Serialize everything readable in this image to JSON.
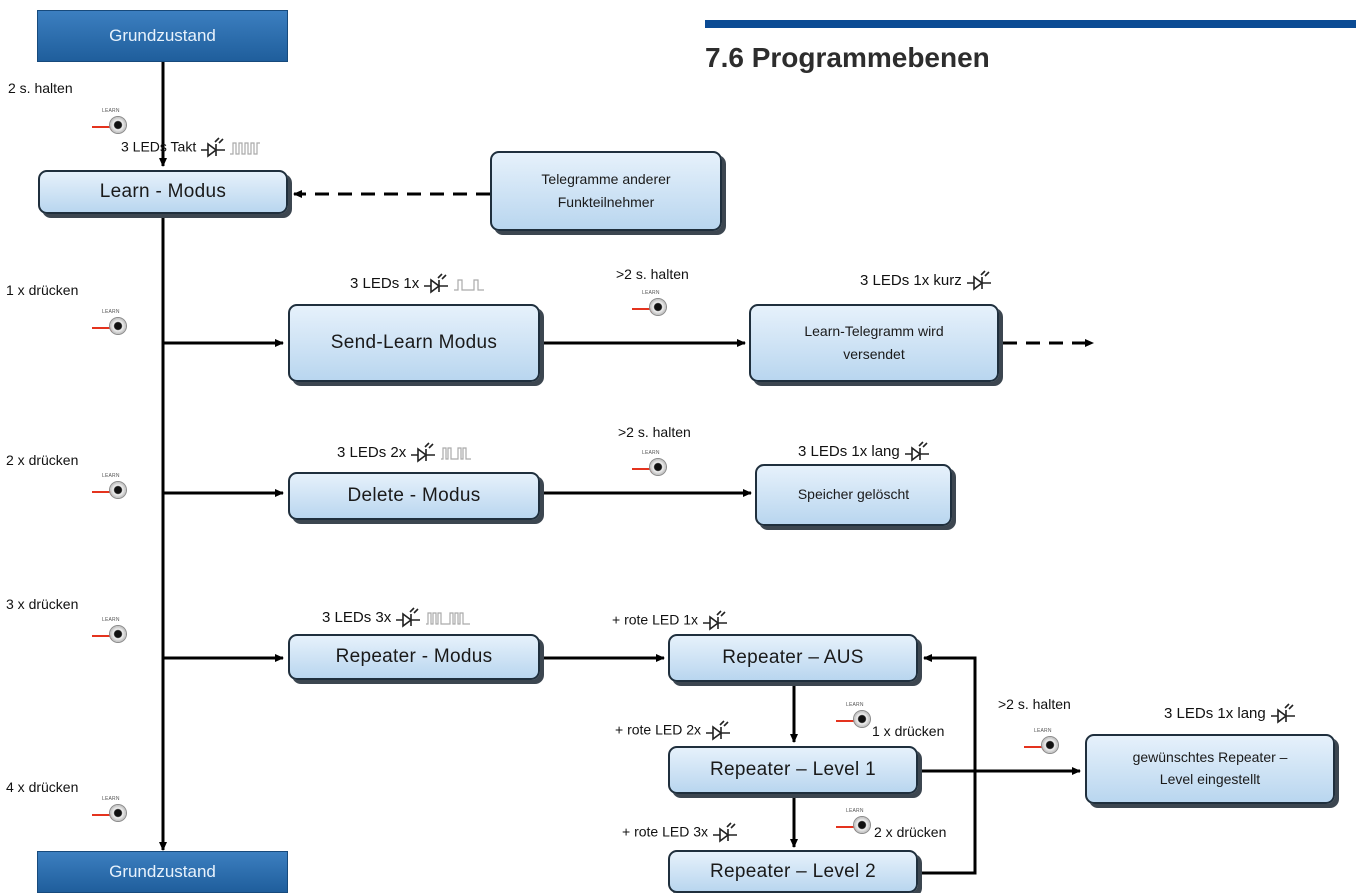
{
  "title": "7.6 Programmebenen",
  "state_top": "Grundzustand",
  "state_bottom": "Grundzustand",
  "learn_caption": "LEARN",
  "boxes": {
    "learn_mode": "Learn - Modus",
    "telegramme_line1": "Telegramme anderer",
    "telegramme_line2": "Funkteilnehmer",
    "send_learn": "Send-Learn Modus",
    "learn_telegram_line1": "Learn-Telegramm wird",
    "learn_telegram_line2": "versendet",
    "delete": "Delete - Modus",
    "speicher": "Speicher gelöscht",
    "repeater": "Repeater - Modus",
    "rep_aus": "Repeater – AUS",
    "rep_l1": "Repeater – Level 1",
    "rep_l2": "Repeater – Level 2",
    "gewuenscht_line1": "gewünschtes Repeater –",
    "gewuenscht_line2": "Level eingestellt"
  },
  "labels": {
    "hold_2s": "2 s. halten",
    "leds_takt": "3 LEDs Takt",
    "press_1x": "1 x drücken",
    "press_2x": "2 x drücken",
    "press_3x": "3 x drücken",
    "press_4x": "4 x drücken",
    "leds_1x": "3 LEDs  1x",
    "hold_gt2s_a": ">2 s. halten",
    "leds_1x_kurz": "3 LEDs  1x kurz",
    "leds_2x": "3 LEDs  2x",
    "hold_gt2s_b": ">2 s. halten",
    "leds_1x_lang_a": "3 LEDs  1x lang",
    "leds_3x": "3 LEDs  3x",
    "rote_1x": "+ rote LED 1x",
    "rote_2x": "+ rote LED 2x",
    "rote_3x": "+ rote LED 3x",
    "rep_press_1x": "1 x drücken",
    "rep_press_2x": "2 x drücken",
    "hold_gt2s_c": ">2 s. halten",
    "leds_1x_lang_b": "3 LEDs  1x lang"
  },
  "colors": {
    "title_bar": "#0b4b94",
    "state_fill": "#2a6cae",
    "box_fill": "#c9e1f6",
    "arrow": "#000000",
    "button_arrow": "#e4331e"
  }
}
